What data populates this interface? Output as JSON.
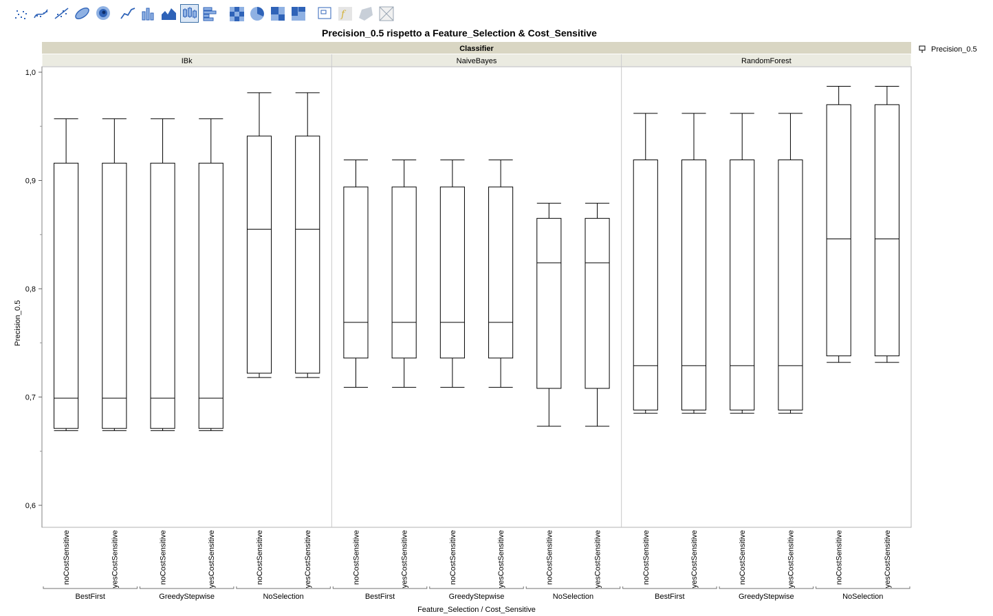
{
  "toolbar": {
    "buttons": [
      {
        "name": "points-icon",
        "active": false
      },
      {
        "name": "smoother-icon",
        "active": false
      },
      {
        "name": "line-of-fit-icon",
        "active": false
      },
      {
        "name": "ellipse-icon",
        "active": false
      },
      {
        "name": "contour-icon",
        "active": false
      },
      {
        "name": "line-chart-icon",
        "active": false
      },
      {
        "name": "bar-chart-icon",
        "active": false
      },
      {
        "name": "area-chart-icon",
        "active": false
      },
      {
        "name": "box-plot-icon",
        "active": true
      },
      {
        "name": "histogram-icon",
        "active": false
      },
      {
        "name": "heatmap-icon",
        "active": false
      },
      {
        "name": "pie-chart-icon",
        "active": false
      },
      {
        "name": "treemap-icon",
        "active": false
      },
      {
        "name": "mosaic-icon",
        "active": false
      },
      {
        "name": "caption-box-icon",
        "active": false
      },
      {
        "name": "formula-icon",
        "active": false
      },
      {
        "name": "map-shapes-icon",
        "active": false
      },
      {
        "name": "no-graph-icon",
        "active": false
      }
    ]
  },
  "chart_data": {
    "type": "box",
    "title": "Precision_0.5 rispetto a Feature_Selection & Cost_Sensitive",
    "group_title": "Classifier",
    "xlabel": "Feature_Selection / Cost_Sensitive",
    "ylabel": "Precision_0.5",
    "legend": "Precision_0.5",
    "ylim": [
      0.58,
      1.01
    ],
    "yticks": [
      "1,0",
      "0,9",
      "0,8",
      "0,7",
      "0,6"
    ],
    "ytick_values": [
      1.0,
      0.9,
      0.8,
      0.7,
      0.6
    ],
    "panels": [
      {
        "name": "IBk",
        "groups": [
          {
            "name": "BestFirst",
            "boxes": [
              {
                "label": "noCostSensitive",
                "min": 0.669,
                "q1": 0.671,
                "median": 0.699,
                "q3": 0.916,
                "max": 0.957
              },
              {
                "label": "yesCostSensitive",
                "min": 0.669,
                "q1": 0.671,
                "median": 0.699,
                "q3": 0.916,
                "max": 0.957
              }
            ]
          },
          {
            "name": "GreedyStepwise",
            "boxes": [
              {
                "label": "noCostSensitive",
                "min": 0.669,
                "q1": 0.671,
                "median": 0.699,
                "q3": 0.916,
                "max": 0.957
              },
              {
                "label": "yesCostSensitive",
                "min": 0.669,
                "q1": 0.671,
                "median": 0.699,
                "q3": 0.916,
                "max": 0.957
              }
            ]
          },
          {
            "name": "NoSelection",
            "boxes": [
              {
                "label": "noCostSensitive",
                "min": 0.718,
                "q1": 0.722,
                "median": 0.855,
                "q3": 0.941,
                "max": 0.981
              },
              {
                "label": "yesCostSensitive",
                "min": 0.718,
                "q1": 0.722,
                "median": 0.855,
                "q3": 0.941,
                "max": 0.981
              }
            ]
          }
        ]
      },
      {
        "name": "NaiveBayes",
        "groups": [
          {
            "name": "BestFirst",
            "boxes": [
              {
                "label": "noCostSensitive",
                "min": 0.709,
                "q1": 0.736,
                "median": 0.769,
                "q3": 0.894,
                "max": 0.919
              },
              {
                "label": "yesCostSensitive",
                "min": 0.709,
                "q1": 0.736,
                "median": 0.769,
                "q3": 0.894,
                "max": 0.919
              }
            ]
          },
          {
            "name": "GreedyStepwise",
            "boxes": [
              {
                "label": "noCostSensitive",
                "min": 0.709,
                "q1": 0.736,
                "median": 0.769,
                "q3": 0.894,
                "max": 0.919
              },
              {
                "label": "yesCostSensitive",
                "min": 0.709,
                "q1": 0.736,
                "median": 0.769,
                "q3": 0.894,
                "max": 0.919
              }
            ]
          },
          {
            "name": "NoSelection",
            "boxes": [
              {
                "label": "noCostSensitive",
                "min": 0.673,
                "q1": 0.708,
                "median": 0.824,
                "q3": 0.865,
                "max": 0.879
              },
              {
                "label": "yesCostSensitive",
                "min": 0.673,
                "q1": 0.708,
                "median": 0.824,
                "q3": 0.865,
                "max": 0.879
              }
            ]
          }
        ]
      },
      {
        "name": "RandomForest",
        "groups": [
          {
            "name": "BestFirst",
            "boxes": [
              {
                "label": "noCostSensitive",
                "min": 0.685,
                "q1": 0.688,
                "median": 0.729,
                "q3": 0.919,
                "max": 0.962
              },
              {
                "label": "yesCostSensitive",
                "min": 0.685,
                "q1": 0.688,
                "median": 0.729,
                "q3": 0.919,
                "max": 0.962
              }
            ]
          },
          {
            "name": "GreedyStepwise",
            "boxes": [
              {
                "label": "noCostSensitive",
                "min": 0.685,
                "q1": 0.688,
                "median": 0.729,
                "q3": 0.919,
                "max": 0.962
              },
              {
                "label": "yesCostSensitive",
                "min": 0.685,
                "q1": 0.688,
                "median": 0.729,
                "q3": 0.919,
                "max": 0.962
              }
            ]
          },
          {
            "name": "NoSelection",
            "boxes": [
              {
                "label": "noCostSensitive",
                "min": 0.732,
                "q1": 0.738,
                "median": 0.846,
                "q3": 0.97,
                "max": 0.987
              },
              {
                "label": "yesCostSensitive",
                "min": 0.732,
                "q1": 0.738,
                "median": 0.846,
                "q3": 0.97,
                "max": 0.987
              }
            ]
          }
        ]
      }
    ]
  }
}
